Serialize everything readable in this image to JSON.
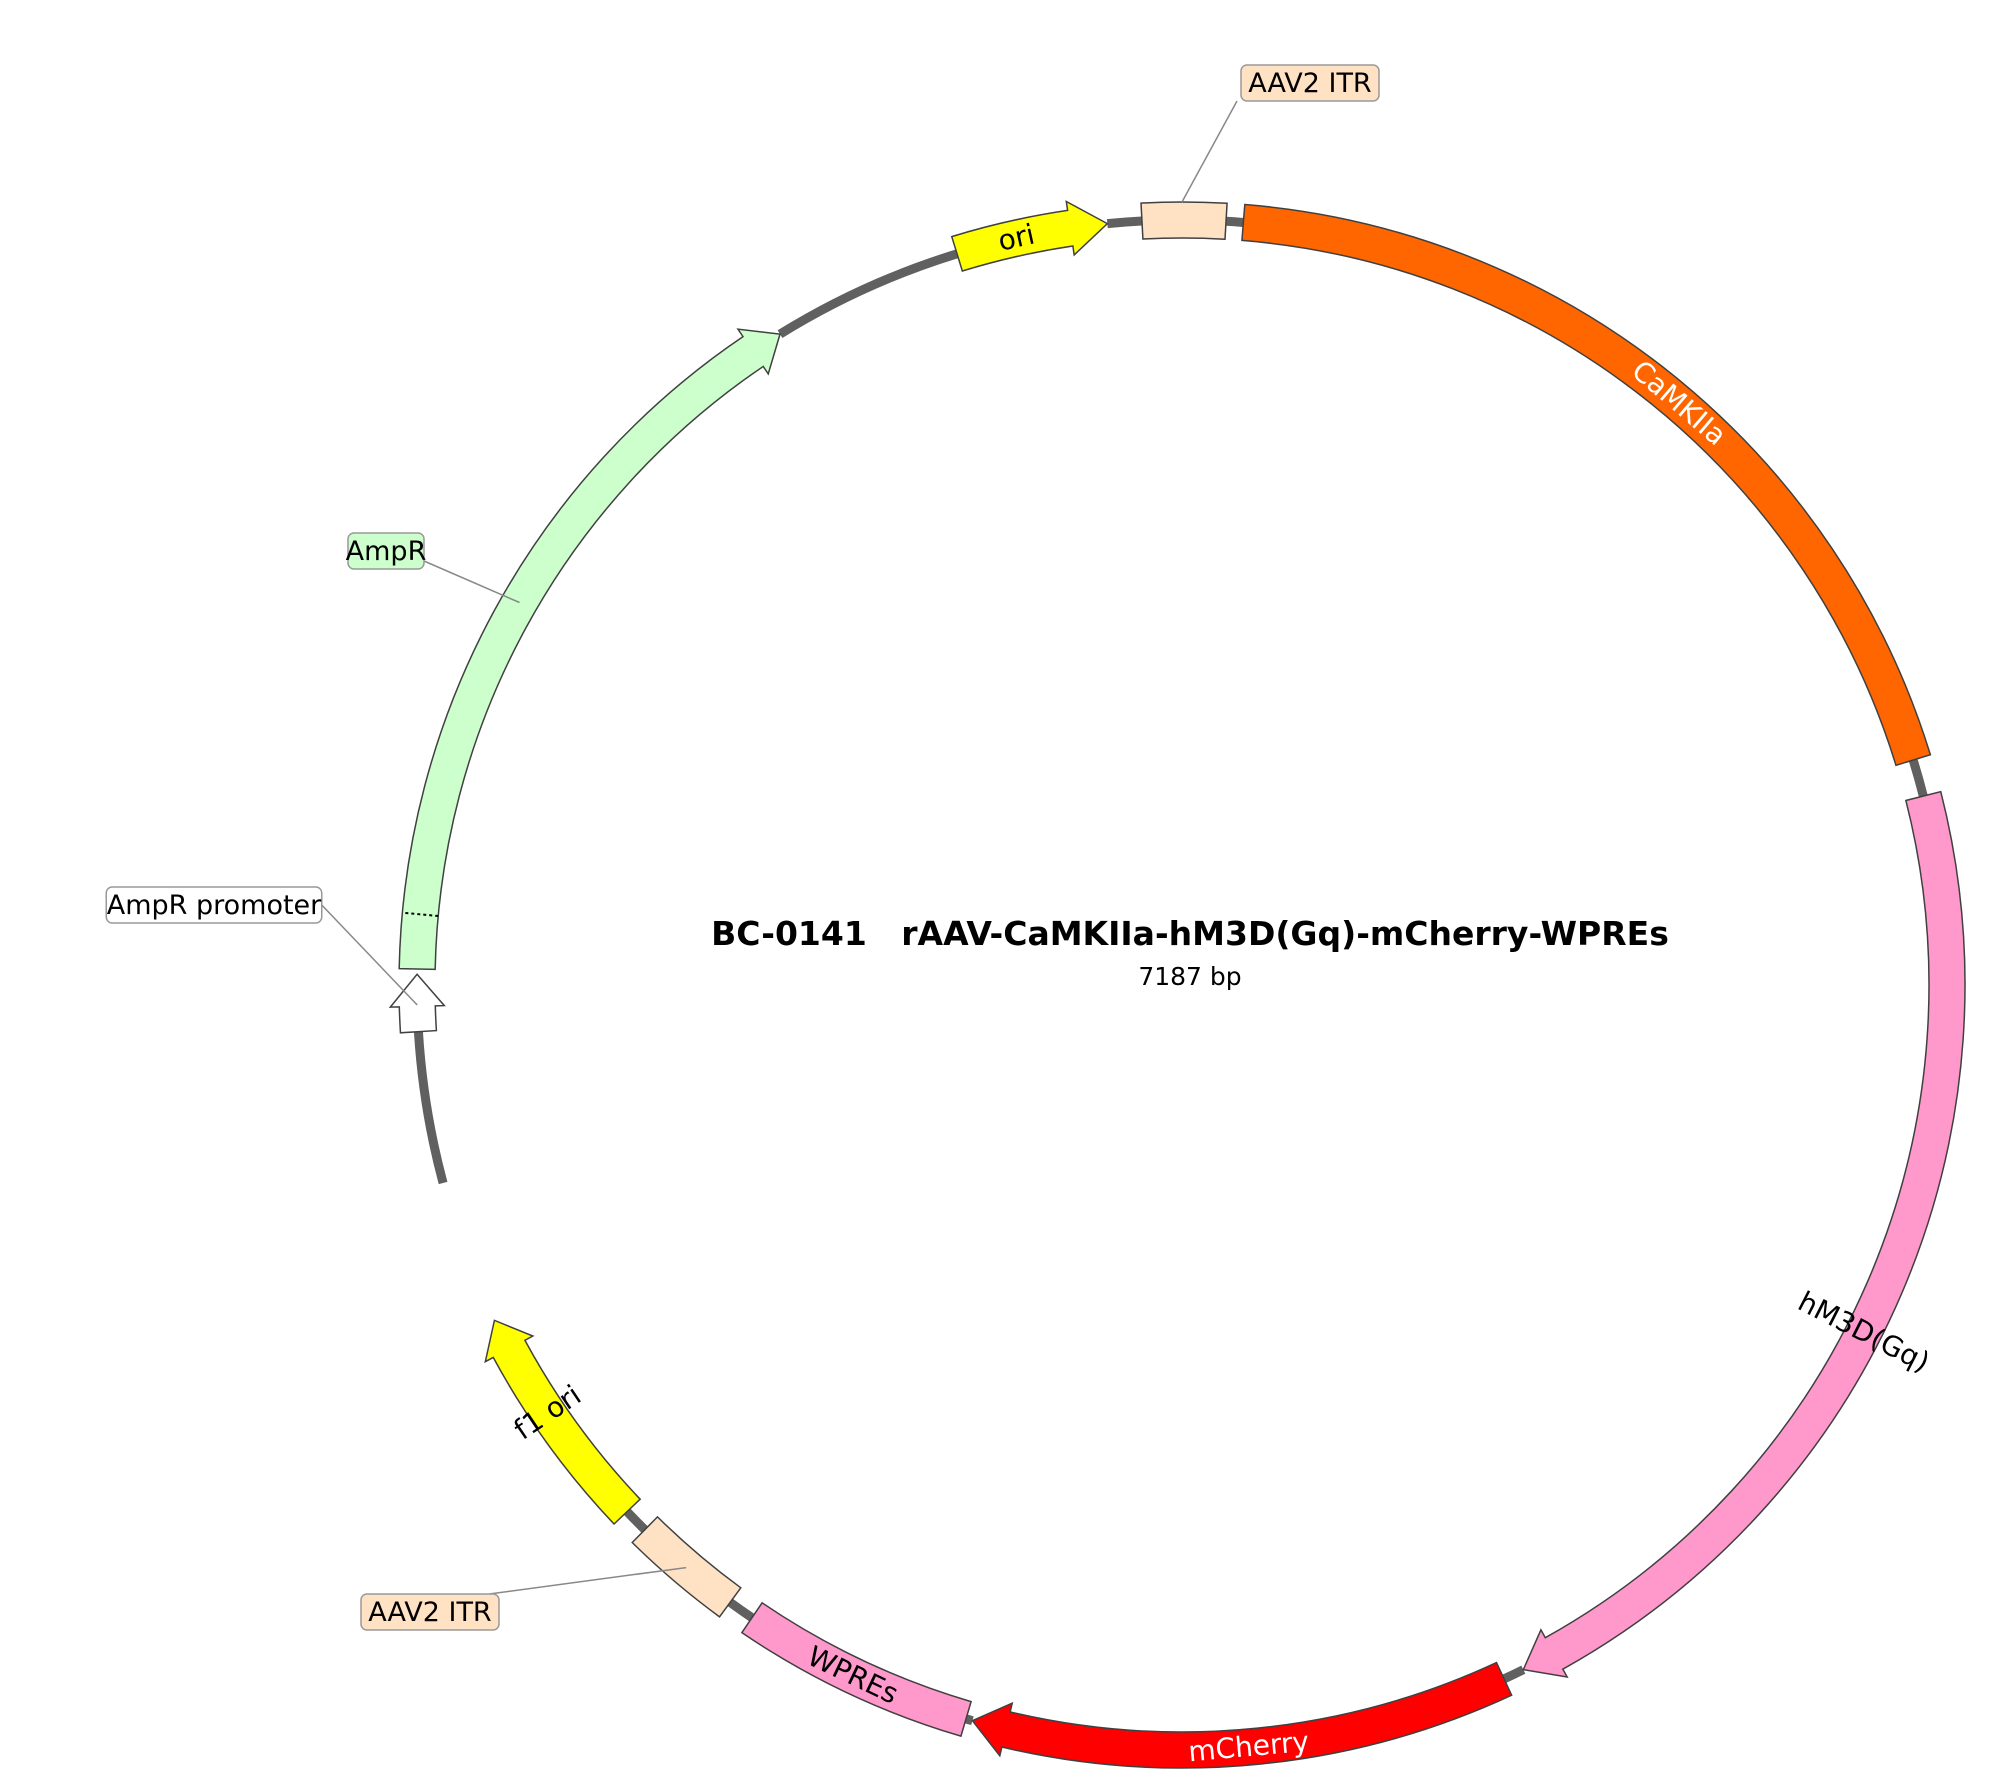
{
  "map": {
    "name": "BC-0141   rAAV-CaMKIIa-hM3D(Gq)-mCherry-WPREs",
    "size": "7187 bp"
  },
  "features": [
    {
      "id": "itr-top",
      "label": "AAV2 ITR",
      "type": "box",
      "fill": "#FFE2C4"
    },
    {
      "id": "camkiia",
      "label": "CaMKIIa",
      "type": "box",
      "fill": "#FF6600",
      "text_color": "#FFFFFF"
    },
    {
      "id": "hm3d",
      "label": "hM3D(Gq)",
      "type": "arrow",
      "fill": "#FF99CC",
      "text_color": "#000000"
    },
    {
      "id": "mcherry",
      "label": "mCherry",
      "type": "arrow",
      "fill": "#FF0000",
      "text_color": "#FFFFFF"
    },
    {
      "id": "wpres",
      "label": "WPREs",
      "type": "box",
      "fill": "#FF99CC",
      "text_color": "#000000"
    },
    {
      "id": "itr-bottom",
      "label": "AAV2 ITR",
      "type": "box",
      "fill": "#FFE2C4"
    },
    {
      "id": "f1-ori",
      "label": "f1 ori",
      "type": "arrow",
      "fill": "#FFFF00",
      "text_color": "#000000"
    },
    {
      "id": "ampr-promoter",
      "label": "AmpR promoter",
      "type": "arrow",
      "fill": "#FFFFFF"
    },
    {
      "id": "ampr",
      "label": "AmpR",
      "type": "arrow",
      "fill": "#CCFFCC"
    },
    {
      "id": "ori",
      "label": "ori",
      "type": "arrow",
      "fill": "#FFFF00",
      "text_color": "#000000"
    }
  ],
  "colors": {
    "backbone": "#606060",
    "outline": "#404040",
    "callout_line": "#888888"
  }
}
